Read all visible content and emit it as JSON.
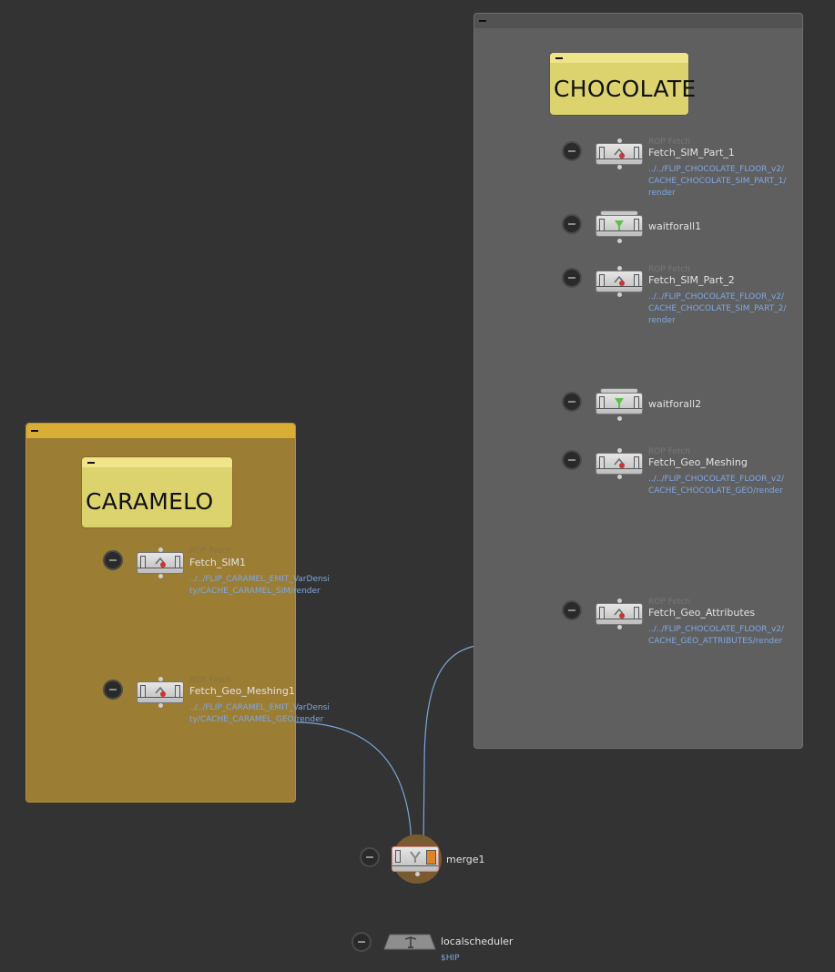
{
  "colors": {
    "background": "#333333",
    "caramel_box": "#9b7d33",
    "caramel_header": "#d8ae34",
    "chocolate_box": "#5f5f5f",
    "chocolate_header": "#525252",
    "sticky": "#ddd36e",
    "path_text": "#80a8e2",
    "wire": "#7aa6d8"
  },
  "stickies": {
    "chocolate": "CHOCOLATE",
    "caramelo": "CARAMELO"
  },
  "nodes": {
    "fetch_sim_part_1": {
      "type": "ROP Fetch",
      "name": "Fetch_SIM_Part_1",
      "path": [
        "../../FLIP_CHOCOLATE_FLOOR_v2/",
        "CACHE_CHOCOLATE_SIM_PART_1/",
        "render"
      ],
      "icon": "rop-fetch-icon"
    },
    "waitforall1": {
      "name": "waitforall1",
      "icon": "waitforall-icon"
    },
    "fetch_sim_part_2": {
      "type": "ROP Fetch",
      "name": "Fetch_SIM_Part_2",
      "path": [
        "../../FLIP_CHOCOLATE_FLOOR_v2/",
        "CACHE_CHOCOLATE_SIM_PART_2/",
        "render"
      ],
      "icon": "rop-fetch-icon"
    },
    "waitforall2": {
      "name": "waitforall2",
      "icon": "waitforall-icon"
    },
    "fetch_geo_meshing": {
      "type": "ROP Fetch",
      "name": "Fetch_Geo_Meshing",
      "path": [
        "../../FLIP_CHOCOLATE_FLOOR_v2/",
        "CACHE_CHOCOLATE_GEO/render"
      ],
      "icon": "rop-fetch-icon"
    },
    "fetch_geo_attributes": {
      "type": "ROP Fetch",
      "name": "Fetch_Geo_Attributes",
      "path": [
        "../../FLIP_CHOCOLATE_FLOOR_v2/",
        "CACHE_GEO_ATTRIBUTES/render"
      ],
      "icon": "rop-fetch-icon"
    },
    "fetch_sim1": {
      "type": "ROP Fetch",
      "name": "Fetch_SIM1",
      "path": [
        "../../FLIP_CARAMEL_EMIT_VarDensi",
        "ty/CACHE_CARAMEL_SIM/render"
      ],
      "icon": "rop-fetch-icon"
    },
    "fetch_geo_meshing1": {
      "type": "ROP Fetch",
      "name": "Fetch_Geo_Meshing1",
      "path": [
        "../../FLIP_CARAMEL_EMIT_VarDensi",
        "ty/CACHE_CARAMEL_GEO/render"
      ],
      "icon": "rop-fetch-icon"
    },
    "merge1": {
      "name": "merge1",
      "icon": "merge-icon"
    },
    "localscheduler": {
      "name": "localscheduler",
      "path": [
        "$HIP"
      ],
      "icon": "scheduler-icon"
    }
  }
}
